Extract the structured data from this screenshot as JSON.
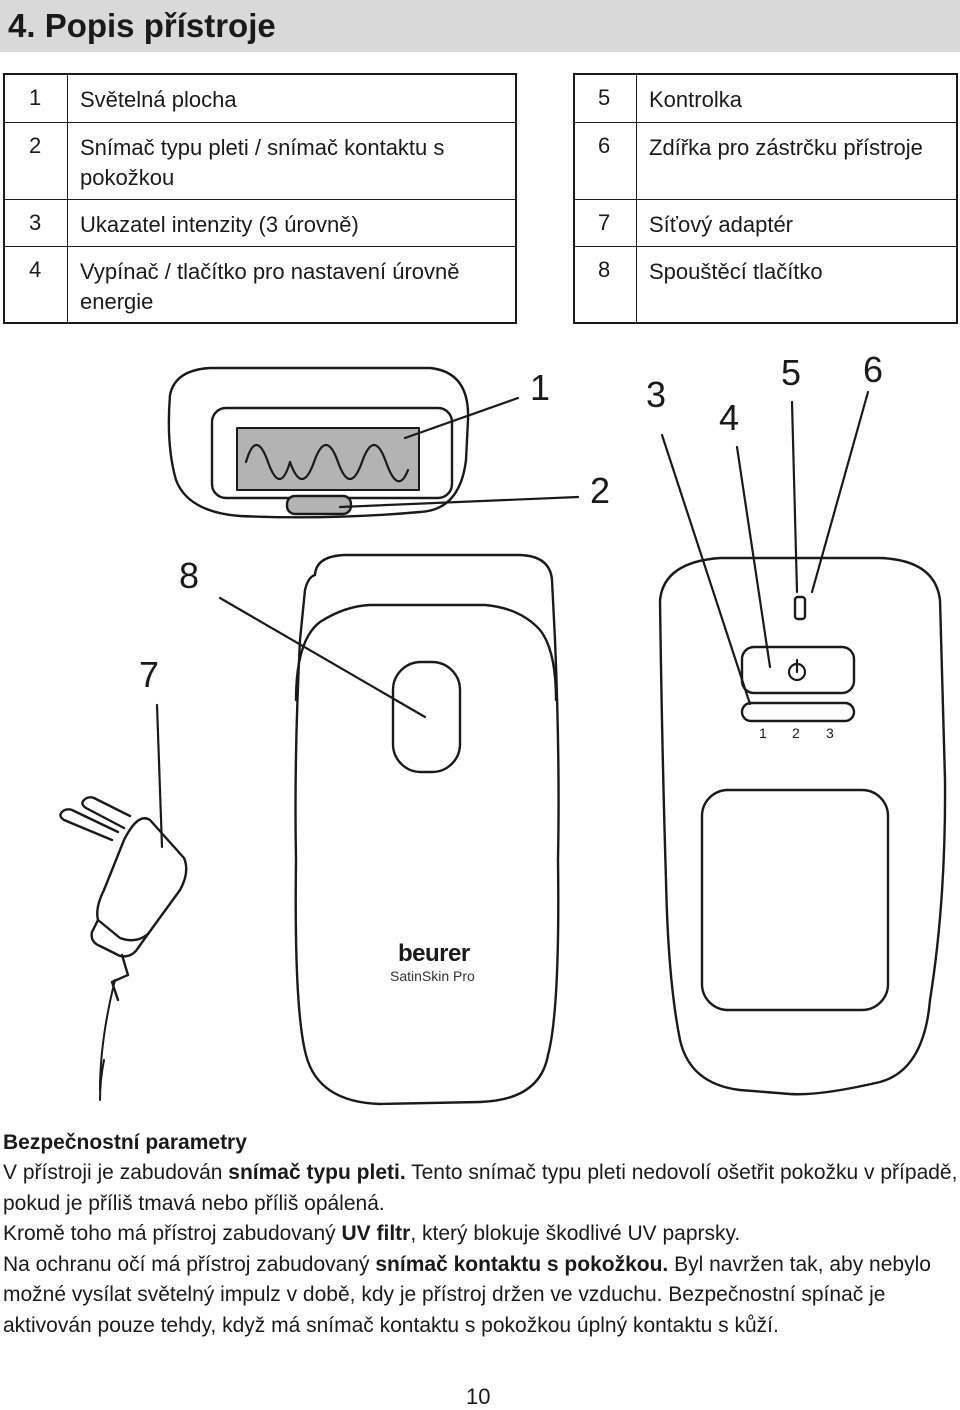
{
  "section_title": "4. Popis přístroje",
  "legend_left": [
    {
      "num": "1",
      "text": "Světelná plocha"
    },
    {
      "num": "2",
      "text": "Snímač typu pleti / snímač kontaktu s pokožkou"
    },
    {
      "num": "3",
      "text": "Ukazatel intenzity (3 úrovně)"
    },
    {
      "num": "4",
      "text": "Vypínač / tlačítko pro nastavení úrovně energie"
    }
  ],
  "legend_right": [
    {
      "num": "5",
      "text": "Kontrolka"
    },
    {
      "num": "6",
      "text": "Zdířka pro zástrčku přístroje"
    },
    {
      "num": "7",
      "text": "Síťový adaptér"
    },
    {
      "num": "8",
      "text": "Spouštěcí tlačítko"
    }
  ],
  "callouts": {
    "c1": "1",
    "c2": "2",
    "c3": "3",
    "c4": "4",
    "c5": "5",
    "c6": "6",
    "c7": "7",
    "c8": "8"
  },
  "intensity_levels": [
    "1",
    "2",
    "3"
  ],
  "brand": {
    "name": "beurer",
    "model": "SatinSkin Pro"
  },
  "safety": {
    "heading": "Bezpečnostní parametry",
    "p1_pre": "V přístroji je zabudován ",
    "p1_bold": "snímač typu pleti.",
    "p1_post": " Tento snímač typu pleti nedovolí ošetřit pokožku v případě, pokud je příliš tmavá nebo příliš opálená.",
    "p2_pre": "Kromě toho má přístroj zabudovaný ",
    "p2_bold": "UV filtr",
    "p2_post": ", který blokuje škodlivé UV paprsky.",
    "p3_pre": "Na ochranu očí má přístroj zabudovaný ",
    "p3_bold": "snímač kontaktu s pokožkou.",
    "p3_post": " Byl navržen tak, aby nebylo možné vysílat světelný impulz v době, kdy je přístroj držen ve vzduchu. Bezpečnostní spínač je aktivován pouze tehdy, když má snímač kontaktu s pokožkou úplný kontaktu s kůží."
  },
  "page_number": "10"
}
